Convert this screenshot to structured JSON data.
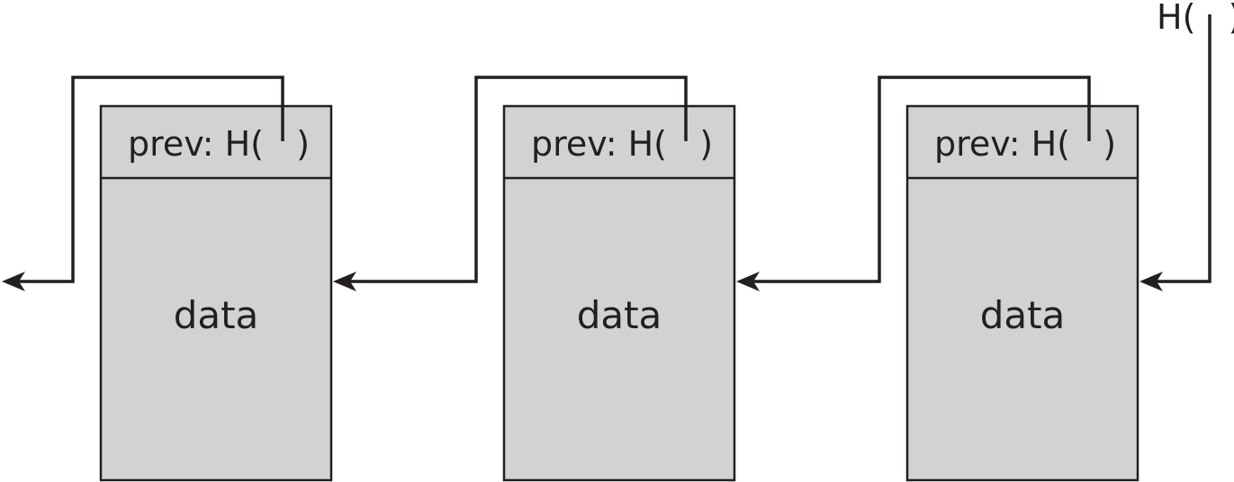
{
  "diagram": {
    "head_label": "H(   )",
    "blocks": [
      {
        "prev_label": "prev: H(   )",
        "data_label": "data"
      },
      {
        "prev_label": "prev: H(   )",
        "data_label": "data"
      },
      {
        "prev_label": "prev: H(   )",
        "data_label": "data"
      }
    ]
  },
  "colors": {
    "block_fill": "#d1d2d4",
    "stroke": "#231f20",
    "background": "#ffffff"
  }
}
